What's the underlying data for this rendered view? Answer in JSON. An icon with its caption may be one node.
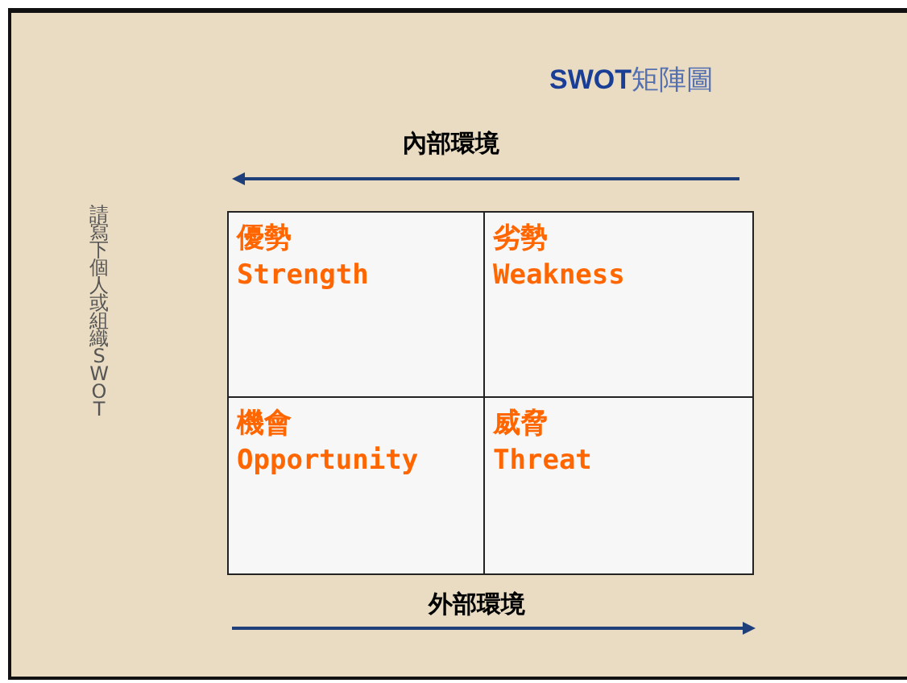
{
  "diagram": {
    "title": "**SWOT**矩陣圖",
    "nodes": [
      {
        "text": [
          "優勢",
          "Strength"
        ]
      },
      {
        "text": [
          "劣勢",
          "Weakness"
        ]
      },
      {
        "text": [
          "機會",
          "Opportunity"
        ]
      },
      {
        "text": [
          "威脅",
          "Threat"
        ]
      }
    ],
    "labels": [
      "內部環境",
      "請寫下個人或組織 SWOT",
      "外部環境"
    ]
  }
}
